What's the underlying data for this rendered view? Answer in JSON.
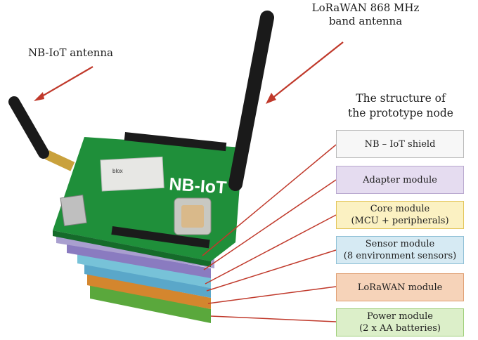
{
  "labels": {
    "nbiot_antenna": "NB-IoT antenna",
    "lorawan_antenna_line1": "LoRaWAN 868 MHz",
    "lorawan_antenna_line2": "band antenna",
    "structure_title_line1": "The structure of",
    "structure_title_line2": "the prototype node"
  },
  "board": {
    "logo_text": "NB-IoT",
    "chip_brand": "blox"
  },
  "modules": [
    {
      "name": "nbiot-shield-box",
      "label": "NB – IoT shield",
      "fill": "#f7f7f7",
      "border": "#b9b9b9"
    },
    {
      "name": "adapter-module-box",
      "label": "Adapter module",
      "fill": "#e5dcf0",
      "border": "#b9a9cf"
    },
    {
      "name": "core-module-box",
      "label": "Core module\n(MCU + peripherals)",
      "fill": "#fbf1c2",
      "border": "#e3c55a"
    },
    {
      "name": "sensor-module-box",
      "label": "Sensor module\n(8 environment sensors)",
      "fill": "#d6eaf3",
      "border": "#8fc0d6"
    },
    {
      "name": "lorawan-module-box",
      "label": "LoRaWAN module",
      "fill": "#f6d3b9",
      "border": "#e0a074"
    },
    {
      "name": "power-module-box",
      "label": "Power module\n(2 x AA batteries)",
      "fill": "#dcefc9",
      "border": "#9fcf7a"
    }
  ],
  "colors": {
    "arrow": "#c0392b",
    "pcb_green": "#1f8f3a",
    "antenna": "#1a1a1a"
  }
}
